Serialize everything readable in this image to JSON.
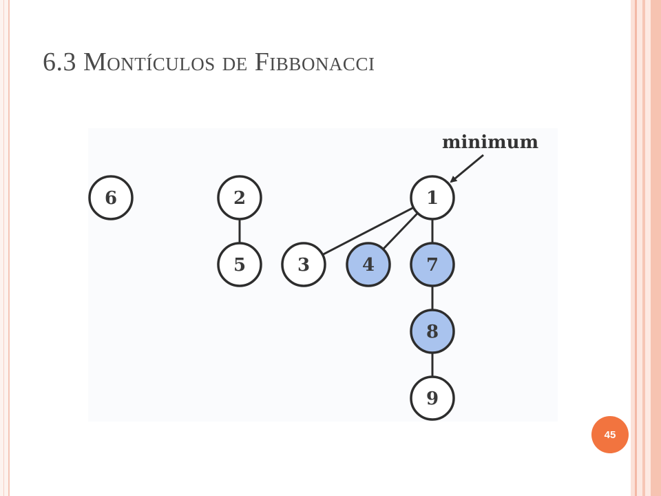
{
  "slide": {
    "title_number": "6.3",
    "title_words": [
      {
        "text": "Montículos"
      },
      {
        "text": "de"
      },
      {
        "text": "Fibbonacci"
      }
    ],
    "page_number": "45"
  },
  "diagram": {
    "annotation": "minimum",
    "nodes": [
      {
        "id": "n6",
        "label": "6",
        "highlighted": false
      },
      {
        "id": "n2",
        "label": "2",
        "highlighted": false
      },
      {
        "id": "n5",
        "label": "5",
        "highlighted": false
      },
      {
        "id": "n1",
        "label": "1",
        "highlighted": false
      },
      {
        "id": "n3",
        "label": "3",
        "highlighted": false
      },
      {
        "id": "n4",
        "label": "4",
        "highlighted": true
      },
      {
        "id": "n7",
        "label": "7",
        "highlighted": true
      },
      {
        "id": "n8",
        "label": "8",
        "highlighted": true
      },
      {
        "id": "n9",
        "label": "9",
        "highlighted": false
      }
    ],
    "edges": [
      [
        "n2",
        "n5"
      ],
      [
        "n1",
        "n3"
      ],
      [
        "n1",
        "n4"
      ],
      [
        "n1",
        "n7"
      ],
      [
        "n7",
        "n8"
      ],
      [
        "n8",
        "n9"
      ]
    ],
    "colors": {
      "highlight": "#a9c3ee",
      "node_fill": "#ffffff",
      "stroke": "#2d2d2d"
    }
  }
}
